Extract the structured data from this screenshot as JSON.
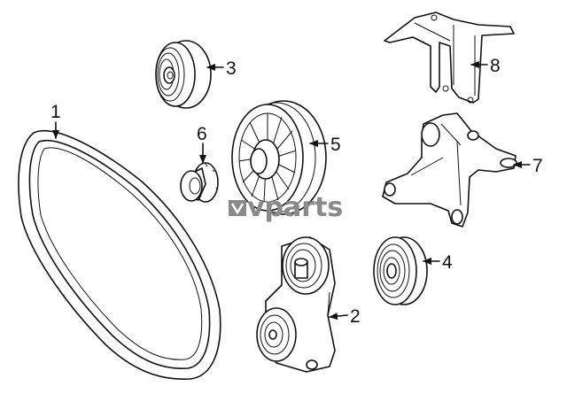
{
  "watermark": {
    "brand": "vparts"
  },
  "callouts": [
    {
      "id": "1",
      "label": "1",
      "part": "belt"
    },
    {
      "id": "2",
      "label": "2",
      "part": "tensioner"
    },
    {
      "id": "3",
      "label": "3",
      "part": "pulley"
    },
    {
      "id": "4",
      "label": "4",
      "part": "idler"
    },
    {
      "id": "5",
      "label": "5",
      "part": "fan pulley"
    },
    {
      "id": "6",
      "label": "6",
      "part": "cap"
    },
    {
      "id": "7",
      "label": "7",
      "part": "bracket"
    },
    {
      "id": "8",
      "label": "8",
      "part": "mount"
    }
  ]
}
